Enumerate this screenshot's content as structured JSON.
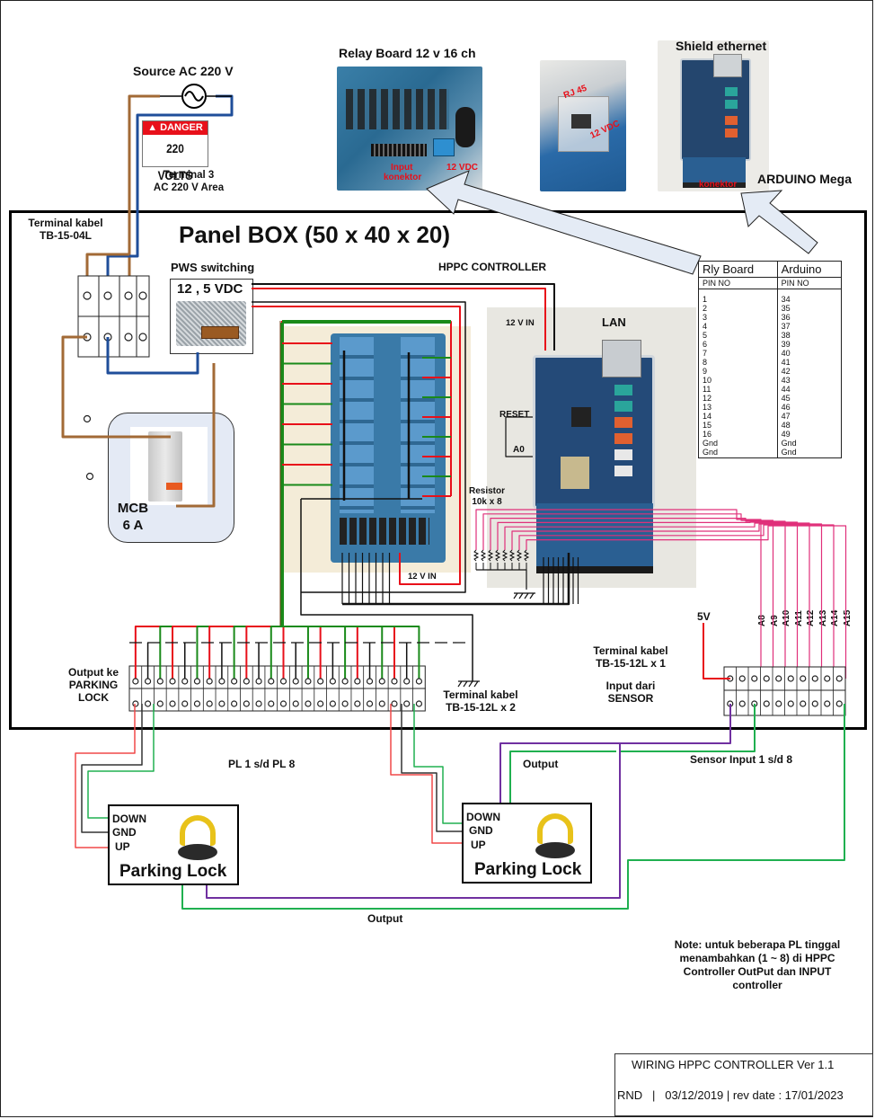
{
  "title_block": {
    "title": "WIRING HPPC CONTROLLER Ver 1.1",
    "subtitle": "RND   |   03/12/2019 | rev date : 17/01/2023"
  },
  "source": {
    "label": "Source AC 220 V",
    "danger_header": "▲ DANGER",
    "danger_body": "220 VOLTS",
    "terminal_label": "Terminal 3",
    "area_label": "AC 220 V Area"
  },
  "photos": {
    "relay_board": {
      "title": "Relay Board 12 v  16 ch",
      "tag_input": "Input",
      "tag_input2": "konektor",
      "tag_vdc": "12 VDC"
    },
    "mega_side": {
      "tag_rj45": "RJ 45",
      "tag_vdc": "12 VDC"
    },
    "shield": {
      "title": "Shield ethernet",
      "tag_konektor": "konektor"
    },
    "arduino_label": "ARDUINO Mega"
  },
  "panel": {
    "title": "Panel BOX (50 x 40 x 20)",
    "terminal_tb04_label1": "Terminal kabel",
    "terminal_tb04_label2": "TB-15-04L",
    "pws_label": "PWS switching",
    "pws_voltage": "12 , 5 VDC",
    "hppc_label": "HPPC CONTROLLER",
    "controller_12v": "12 V IN",
    "lan_label": "LAN",
    "reset_label": "RESET",
    "a0_label": "A0",
    "resistor_label1": "Resistor",
    "resistor_label2": "10k x 8",
    "relay_12v": "12 V IN",
    "mcb_label1": "MCB",
    "mcb_label2": "6 A",
    "output_label1": "Output ke",
    "output_label2": "PARKING",
    "output_label3": "LOCK",
    "tb12x2_label1": "Terminal kabel",
    "tb12x2_label2": "TB-15-12L x 2",
    "tb12x1_label1": "Terminal kabel",
    "tb12x1_label2": "TB-15-12L x 1",
    "sensor_label1": "Input dari",
    "sensor_label2": "SENSOR",
    "five_v": "5V",
    "analog_pins": [
      "A8",
      "A9",
      "A10",
      "A11",
      "A12",
      "A13",
      "A14",
      "A15"
    ]
  },
  "pin_table": {
    "headers": [
      "Rly Board",
      "Arduino"
    ],
    "subheaders": [
      "PIN NO",
      "PIN NO"
    ],
    "rows": [
      [
        "1",
        "34"
      ],
      [
        "2",
        "35"
      ],
      [
        "3",
        "36"
      ],
      [
        "4",
        "37"
      ],
      [
        "5",
        "38"
      ],
      [
        "6",
        "39"
      ],
      [
        "7",
        "40"
      ],
      [
        "8",
        "41"
      ],
      [
        "9",
        "42"
      ],
      [
        "10",
        "43"
      ],
      [
        "11",
        "44"
      ],
      [
        "12",
        "45"
      ],
      [
        "13",
        "46"
      ],
      [
        "14",
        "47"
      ],
      [
        "15",
        "48"
      ],
      [
        "16",
        "49"
      ],
      [
        "Gnd",
        "Gnd"
      ],
      [
        "Gnd",
        "Gnd"
      ]
    ]
  },
  "outside": {
    "pl_range": "PL 1 s/d PL 8",
    "output_top": "Output",
    "output_bottom": "Output",
    "sensor_input": "Sensor Input 1 s/d 8",
    "parking_locks": [
      {
        "down": "DOWN",
        "gnd": "GND",
        "up": "UP",
        "title": "Parking Lock"
      },
      {
        "down": "DOWN",
        "gnd": "GND",
        "up": "UP",
        "title": "Parking Lock"
      }
    ],
    "note": "Note: untuk beberapa PL tinggal menambahkan (1 ~ 8) di HPPC Controller OutPut  dan INPUT controller"
  },
  "colors": {
    "live": "#a26a36",
    "neutral": "#1f4e9a",
    "red": "#e8101a",
    "green": "#1a8a1a",
    "pink": "#e0307a",
    "purple": "#7030a0",
    "light_green": "#20b050",
    "arrow_fill": "#e4ebf5"
  }
}
